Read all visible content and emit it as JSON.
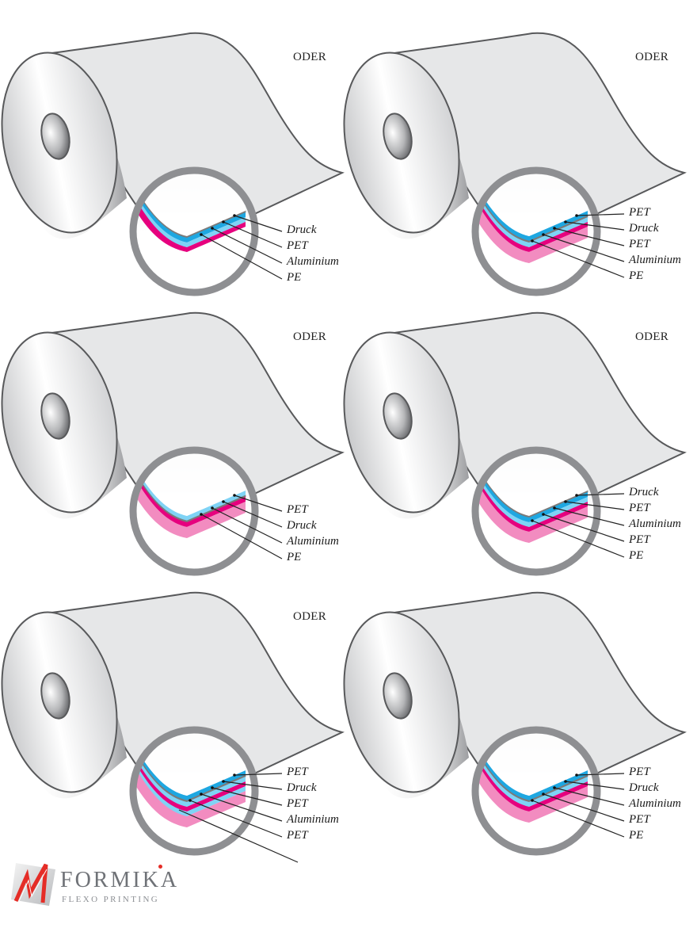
{
  "colors": {
    "pet_dark": "#1ea7e1",
    "pet_light": "#7fd3f5",
    "aluminium": "#e6007e",
    "pe": "#f28cc0",
    "druck": "#7a7a7a",
    "ring": "#8e8f92",
    "outline": "#58595b",
    "logo_red": "#e52d27",
    "logo_text": "#6f7277"
  },
  "separator_label": "ODER",
  "panels": [
    {
      "id": "panel-1",
      "oder": "ODER",
      "layers": [
        "Druck",
        "PET",
        "Aluminium",
        "PE"
      ],
      "stack": [
        "druck",
        "pet_dark",
        "pet_light",
        "aluminium"
      ]
    },
    {
      "id": "panel-2",
      "oder": "ODER",
      "layers": [
        "PET",
        "Druck",
        "PET",
        "Aluminium",
        "PE"
      ],
      "stack": [
        "pet_dark",
        "druck",
        "pet_light",
        "aluminium",
        "pe"
      ]
    },
    {
      "id": "panel-3",
      "oder": "ODER",
      "layers": [
        "PET",
        "Druck",
        "Aluminium",
        "PE"
      ],
      "stack": [
        "pet_light",
        "druck",
        "aluminium",
        "pe"
      ]
    },
    {
      "id": "panel-4",
      "oder": "ODER",
      "layers": [
        "Druck",
        "PET",
        "Aluminium",
        "PET",
        "PE"
      ],
      "stack": [
        "druck",
        "pet_dark",
        "pet_light",
        "aluminium",
        "pe"
      ]
    },
    {
      "id": "panel-5",
      "oder": "ODER",
      "layers": [
        "PET",
        "Druck",
        "PET",
        "Aluminium",
        "PET"
      ],
      "stack": [
        "pet_dark",
        "druck",
        "pet_light",
        "aluminium",
        "pet_light",
        "pe"
      ]
    },
    {
      "id": "panel-6",
      "oder": null,
      "layers": [
        "PET",
        "Druck",
        "Aluminium",
        "PET",
        "PE"
      ],
      "stack": [
        "pet_dark",
        "druck",
        "pet_light",
        "aluminium",
        "pe"
      ]
    }
  ],
  "logo": {
    "name": "FORMIKA",
    "subtitle": "FLEXO PRINTING"
  }
}
